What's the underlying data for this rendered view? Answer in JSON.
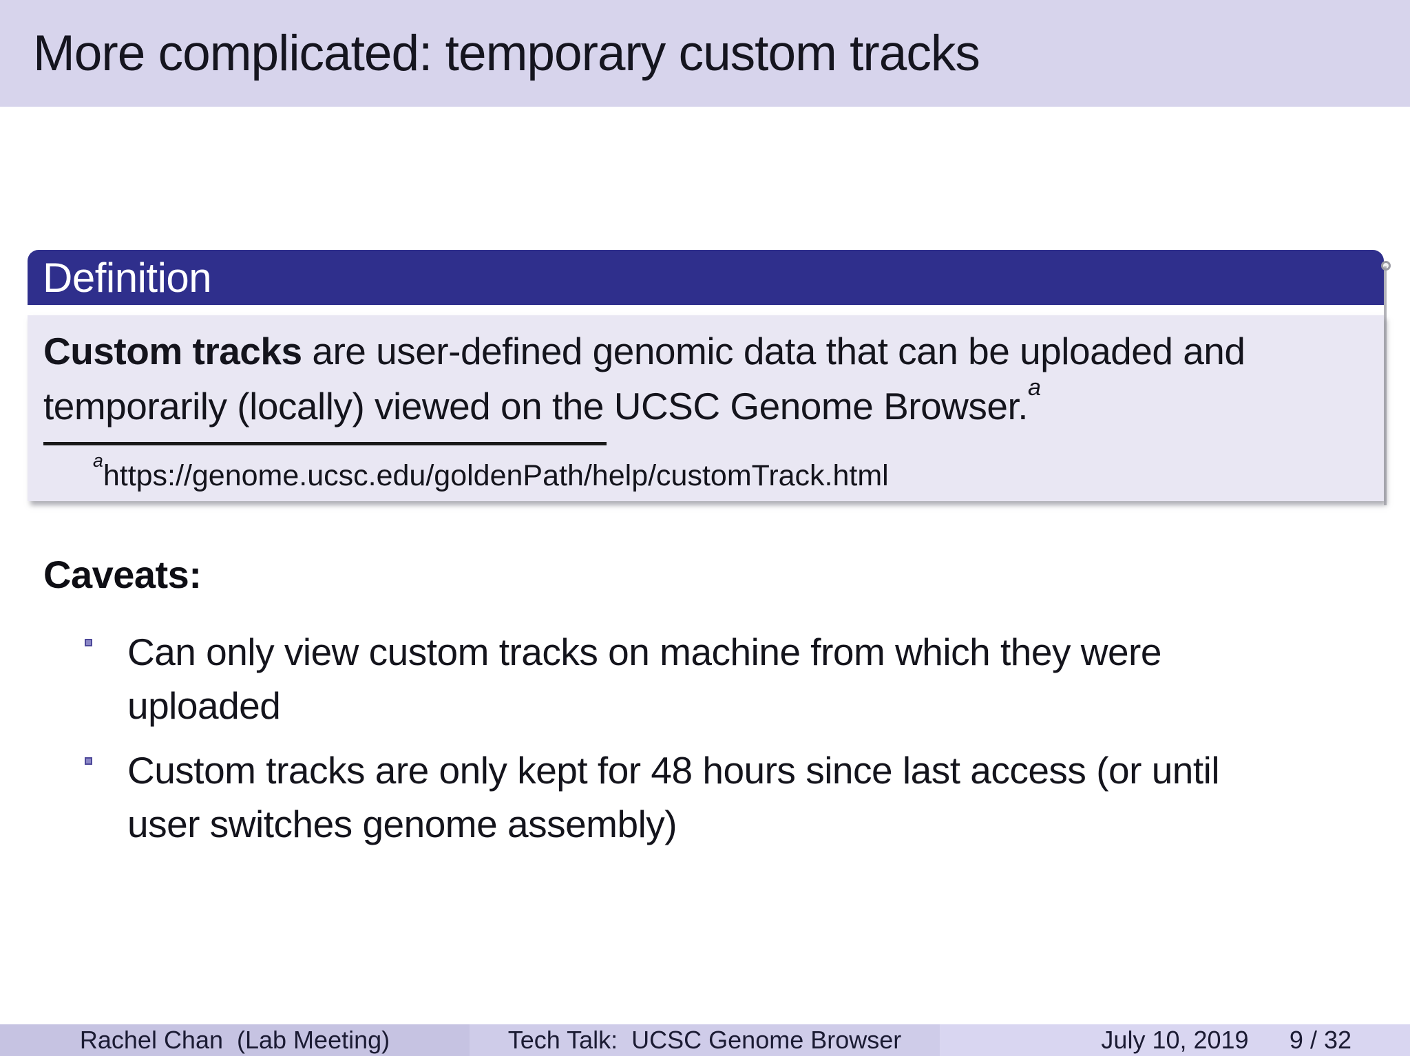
{
  "title": "More complicated: temporary custom tracks",
  "definition": {
    "heading": "Definition",
    "term": "Custom tracks",
    "body_line1_rest": " are user-defined genomic data that can be uploaded and",
    "body_line2": "temporarily (locally) viewed on the UCSC Genome Browser.",
    "footnote_marker": "a",
    "footnote_url": "https://genome.ucsc.edu/goldenPath/help/customTrack.html"
  },
  "caveats": {
    "label": "Caveats:",
    "items": [
      {
        "line1": "Can only view custom tracks on machine from which they were",
        "line2": "uploaded"
      },
      {
        "line1": "Custom tracks are only kept for 48 hours since last access (or until",
        "line2": "user switches genome assembly)"
      }
    ]
  },
  "footer": {
    "author": "Rachel Chan  (Lab Meeting)",
    "talk": "Tech Talk:  UCSC Genome Browser",
    "date": "July 10, 2019",
    "page": "9 / 32"
  },
  "colors": {
    "title_bar_bg": "#d7d4ec",
    "block_header_bg": "#2f2f8c",
    "block_body_bg": "#e9e7f3",
    "footer_author_bg": "#c6c3e2",
    "footer_talk_bg": "#cfcce9",
    "footer_date_bg": "#d9d6f1",
    "bullet_square": "#4d4899"
  }
}
